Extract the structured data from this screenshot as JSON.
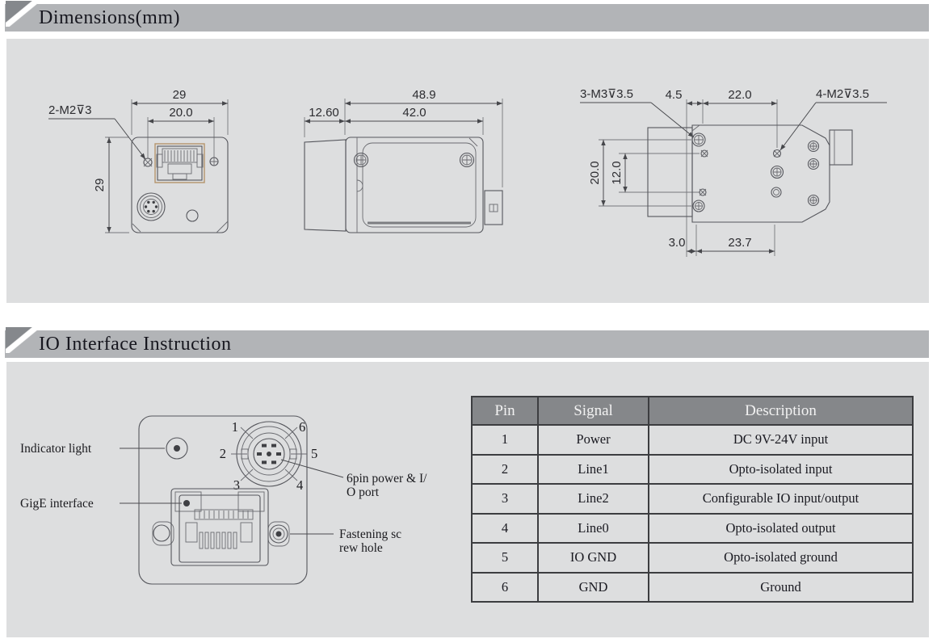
{
  "dimensions_section": {
    "title": "Dimensions(mm)",
    "back_view": {
      "width": "29",
      "hole_spacing": "20.0",
      "height": "29",
      "screw_note": "2-M2⊽3"
    },
    "side_view": {
      "total_length": "48.9",
      "body_length": "42.0",
      "front_depth": "12.60"
    },
    "top_view": {
      "screw_note_m3": "3-M3⊽3.5",
      "offset_top": "4.5",
      "hole_spacing_top": "22.0",
      "screw_note_m2": "4-M2⊽3.5",
      "hole_spacing_left_outer": "20.0",
      "hole_spacing_left_inner": "12.0",
      "offset_bottom": "3.0",
      "hole_spacing_bottom": "23.7"
    }
  },
  "io_section": {
    "title": "IO Interface Instruction",
    "diagram": {
      "indicator_label": "Indicator light",
      "gige_label": "GigE interface",
      "sixpin_label_line1": "6pin power & I/",
      "sixpin_label_line2": "O port",
      "fastening_label_line1": "Fastening sc",
      "fastening_label_line2": "rew hole",
      "pins": [
        "1",
        "2",
        "3",
        "4",
        "5",
        "6"
      ]
    },
    "table": {
      "headers": [
        "Pin",
        "Signal",
        "Description"
      ],
      "rows": [
        {
          "pin": "1",
          "signal": "Power",
          "description": "DC 9V-24V input"
        },
        {
          "pin": "2",
          "signal": "Line1",
          "description": "Opto-isolated input"
        },
        {
          "pin": "3",
          "signal": "Line2",
          "description": "Configurable IO input/output"
        },
        {
          "pin": "4",
          "signal": "Line0",
          "description": "Opto-isolated output"
        },
        {
          "pin": "5",
          "signal": "IO GND",
          "description": "Opto-isolated ground"
        },
        {
          "pin": "6",
          "signal": "GND",
          "description": "Ground"
        }
      ]
    }
  },
  "colors": {
    "section_bar": "#b2b4b7",
    "section_icon_dark": "#85888c",
    "panel_background": "#dddedf",
    "table_header_background": "#85878a",
    "table_header_text": "#f2f2f2",
    "table_border": "#3c3d40",
    "drawing_line": "#55565c"
  }
}
